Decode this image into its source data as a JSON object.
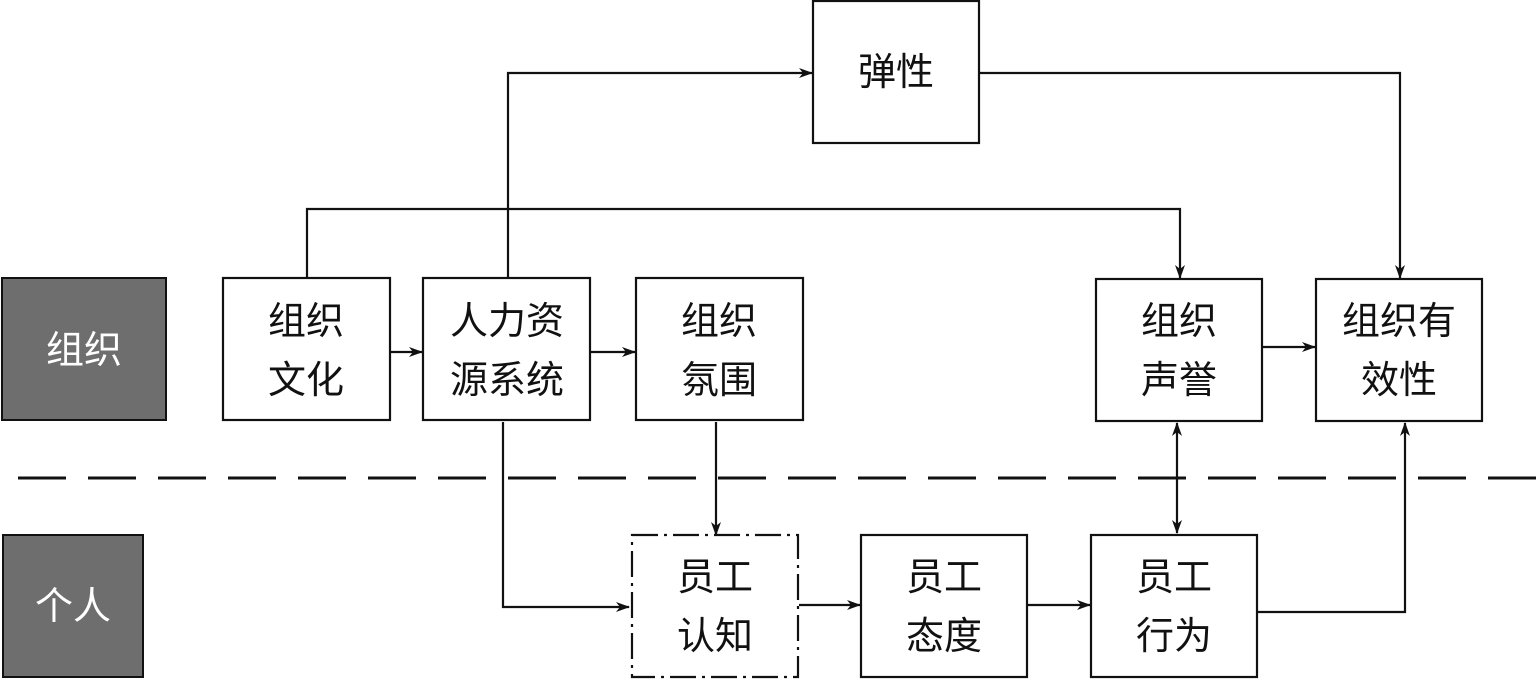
{
  "diagram": {
    "colors": {
      "level_fill": "#6e6e6e",
      "stroke": "#111111",
      "box_fill": "#ffffff"
    },
    "levels": [
      {
        "id": "org",
        "label": "组织"
      },
      {
        "id": "ind",
        "label": "个人"
      }
    ],
    "nodes": [
      {
        "id": "resilience",
        "lines": [
          "弹性"
        ]
      },
      {
        "id": "culture",
        "lines": [
          "组织",
          "文化"
        ]
      },
      {
        "id": "hrs",
        "lines": [
          "人力资",
          "源系统"
        ]
      },
      {
        "id": "climate",
        "lines": [
          "组织",
          "氛围"
        ]
      },
      {
        "id": "reputation",
        "lines": [
          "组织",
          "声誉"
        ]
      },
      {
        "id": "effectiveness",
        "lines": [
          "组织有",
          "效性"
        ]
      },
      {
        "id": "cognition",
        "lines": [
          "员工",
          "认知"
        ],
        "border": "dash-dot"
      },
      {
        "id": "attitude",
        "lines": [
          "员工",
          "态度"
        ]
      },
      {
        "id": "behavior",
        "lines": [
          "员工",
          "行为"
        ]
      }
    ],
    "edges": [
      {
        "from": "culture",
        "to": "hrs"
      },
      {
        "from": "hrs",
        "to": "climate"
      },
      {
        "from": "hrs",
        "to": "resilience"
      },
      {
        "from": "resilience",
        "to": "effectiveness"
      },
      {
        "from": "culture",
        "to": "reputation"
      },
      {
        "from": "reputation",
        "to": "effectiveness"
      },
      {
        "from": "climate",
        "to": "cognition"
      },
      {
        "from": "hrs",
        "to": "cognition"
      },
      {
        "from": "cognition",
        "to": "attitude"
      },
      {
        "from": "attitude",
        "to": "behavior"
      },
      {
        "from": "behavior",
        "to": "reputation",
        "bidirectional": true
      },
      {
        "from": "behavior",
        "to": "effectiveness"
      }
    ]
  }
}
